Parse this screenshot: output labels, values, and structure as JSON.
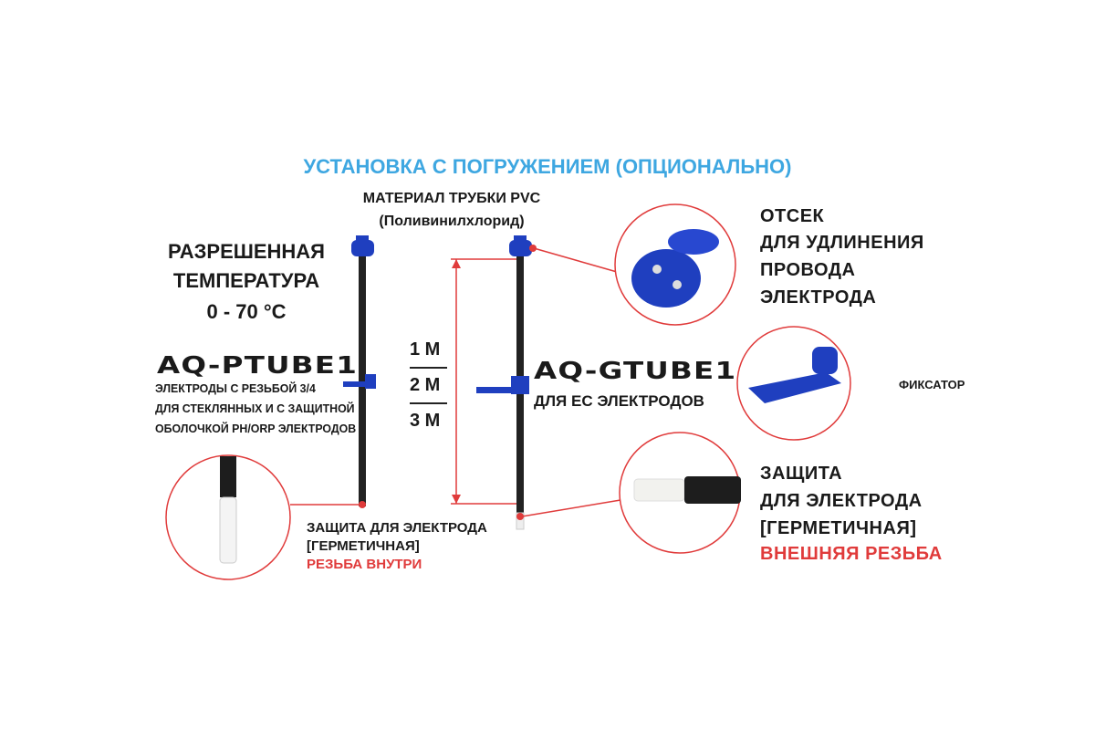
{
  "title": "УСТАНОВКА С ПОГРУЖЕНИЕМ (ОПЦИОНАЛЬНО)",
  "material": {
    "line1": "МАТЕРИАЛ ТРУБКИ PVC",
    "line2": "(Поливинилхлорид)"
  },
  "temperature": {
    "line1": "РАЗРЕШЕННАЯ",
    "line2": "ТЕМПЕРАТУРА",
    "line3": "0 - 70 °C"
  },
  "ptube": {
    "model": "AQ-PTUBE1",
    "lines": [
      "ЭЛЕКТРОДЫ  С РЕЗЬБОЙ 3/4",
      "ДЛЯ СТЕКЛЯННЫХ И С ЗАЩИТНОЙ",
      "ОБОЛОЧКОЙ PH/ORP ЭЛЕКТРОДОВ"
    ]
  },
  "ptube_protection": {
    "line1": "ЗАЩИТА ДЛЯ ЭЛЕКТРОДА",
    "line2": "[ГЕРМЕТИЧНАЯ]",
    "line3": "РЕЗЬБА ВНУТРИ"
  },
  "lengths": [
    "1 M",
    "2 M",
    "3 M"
  ],
  "gtube": {
    "model": "AQ-GTUBE1",
    "line": "ДЛЯ EC ЭЛЕКТРОДОВ"
  },
  "compartment": {
    "lines": [
      "ОТСЕК",
      "ДЛЯ УДЛИНЕНИЯ",
      "ПРОВОДА",
      "ЭЛЕКТРОДА"
    ]
  },
  "fixator": "ФИКСАТОР",
  "gtube_protection": {
    "line1": "ЗАЩИТА",
    "line2": "ДЛЯ ЭЛЕКТРОДА",
    "line3": "[ГЕРМЕТИЧНАЯ]",
    "line4": "ВНЕШНЯЯ РЕЗЬБА"
  },
  "colors": {
    "title": "#3ea7e1",
    "accent": "#e03b3b",
    "part": "#1f3fbf",
    "tube": "#222222"
  }
}
